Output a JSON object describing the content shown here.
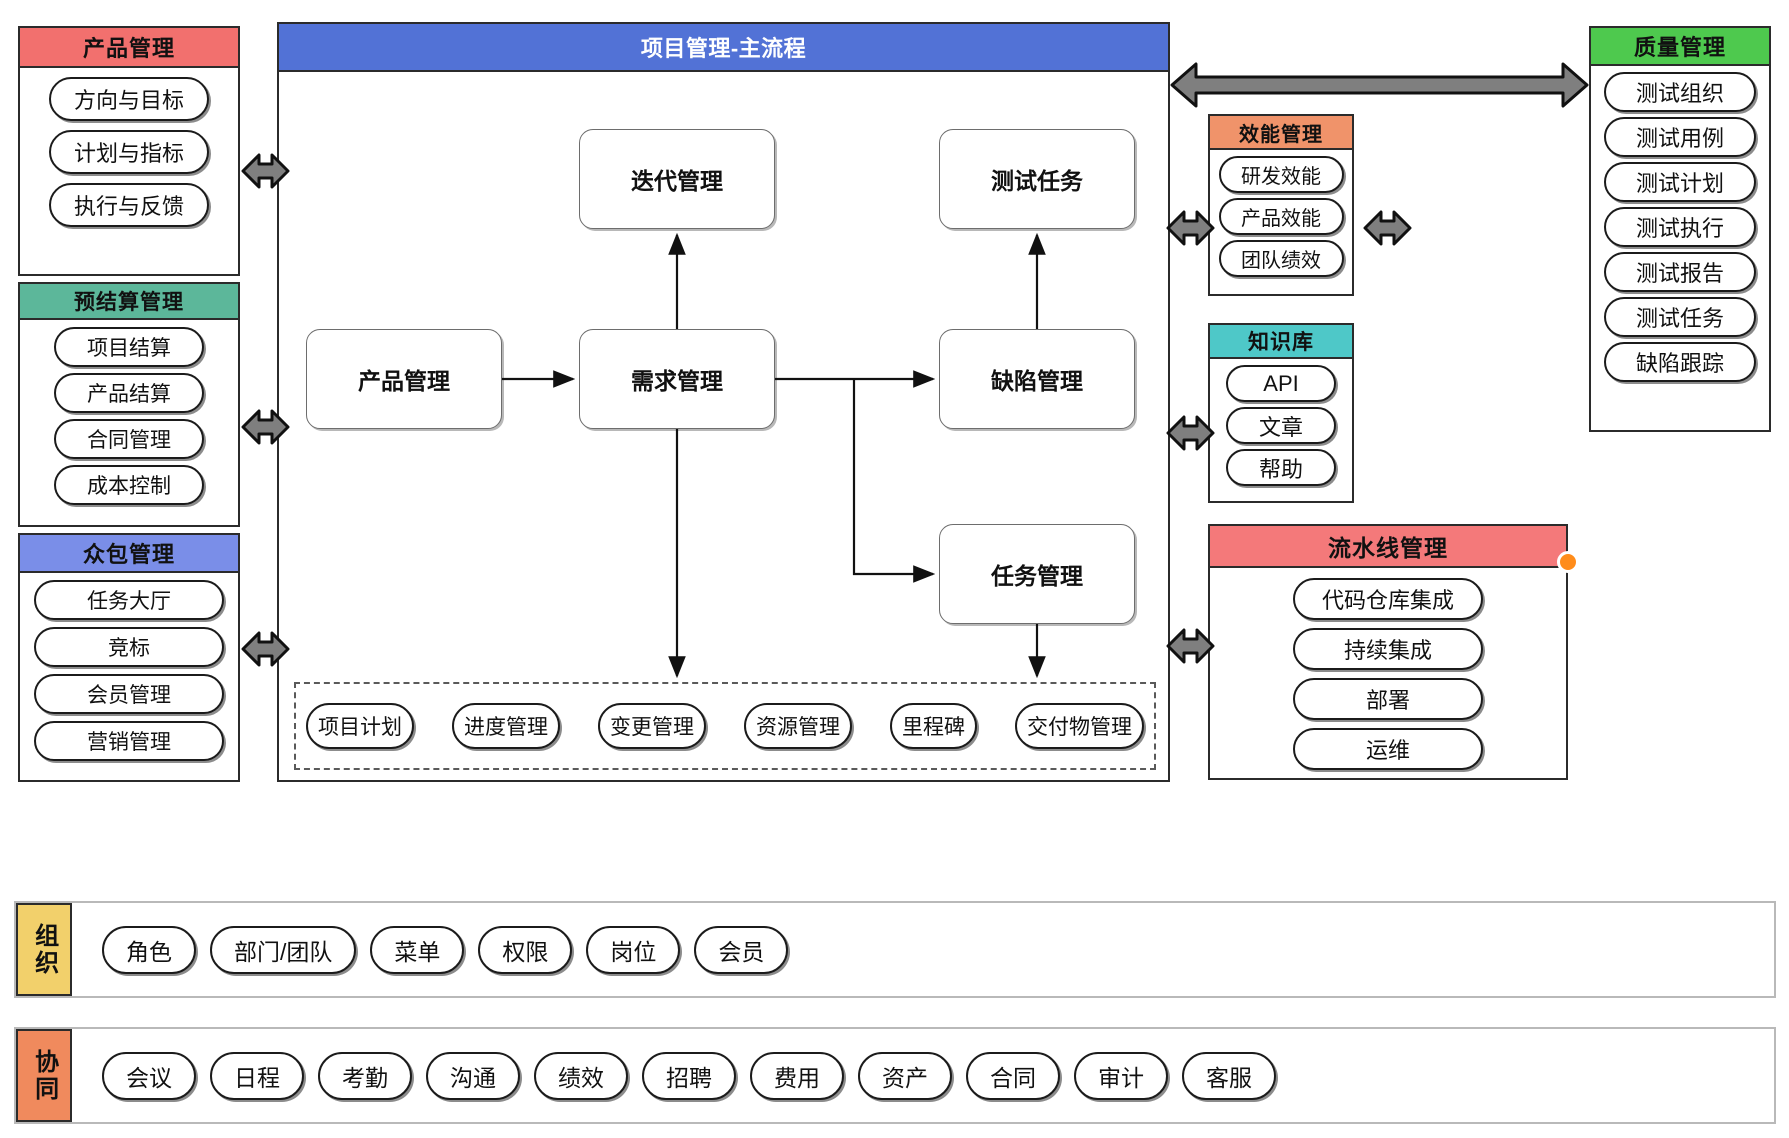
{
  "main_flow": {
    "title": "项目管理-主流程",
    "title_color": "#5272d6",
    "nodes": {
      "product": "产品管理",
      "requirement": "需求管理",
      "iteration": "迭代管理",
      "test_task": "测试任务",
      "defect": "缺陷管理",
      "task": "任务管理"
    },
    "dashed_items": [
      "项目计划",
      "进度管理",
      "变更管理",
      "资源管理",
      "里程碑",
      "交付物管理"
    ]
  },
  "left_panels": [
    {
      "title": "产品管理",
      "color": "#f2706e",
      "items": [
        "方向与目标",
        "计划与指标",
        "执行与反馈"
      ]
    },
    {
      "title": "预结算管理",
      "color": "#5cb79a",
      "items": [
        "项目结算",
        "产品结算",
        "合同管理",
        "成本控制"
      ]
    },
    {
      "title": "众包管理",
      "color": "#7a8ee8",
      "items": [
        "任务大厅",
        "竞标",
        "会员管理",
        "营销管理"
      ]
    }
  ],
  "right_panels": [
    {
      "title": "效能管理",
      "color": "#f0936a",
      "items": [
        "研发效能",
        "产品效能",
        "团队绩效"
      ]
    },
    {
      "title": "知识库",
      "color": "#4ec8c8",
      "items": [
        "API",
        "文章",
        "帮助"
      ]
    },
    {
      "title": "流水线管理",
      "color": "#f4797a",
      "items": [
        "代码仓库集成",
        "持续集成",
        "部署",
        "运维"
      ]
    }
  ],
  "quality_panel": {
    "title": "质量管理",
    "color": "#4ec94e",
    "items": [
      "测试组织",
      "测试用例",
      "测试计划",
      "测试执行",
      "测试报告",
      "测试任务",
      "缺陷跟踪"
    ]
  },
  "bottom_bars": [
    {
      "tag": "组织",
      "tag_color": "#f2d06b",
      "items": [
        "角色",
        "部门/团队",
        "菜单",
        "权限",
        "岗位",
        "会员"
      ]
    },
    {
      "tag": "协同",
      "tag_color": "#f08a5d",
      "items": [
        "会议",
        "日程",
        "考勤",
        "沟通",
        "绩效",
        "招聘",
        "费用",
        "资产",
        "合同",
        "审计",
        "客服"
      ]
    }
  ],
  "connectors": {
    "double_arrow_icon": "double-headed-arrow",
    "flow_arrow_icon": "arrow-right"
  }
}
